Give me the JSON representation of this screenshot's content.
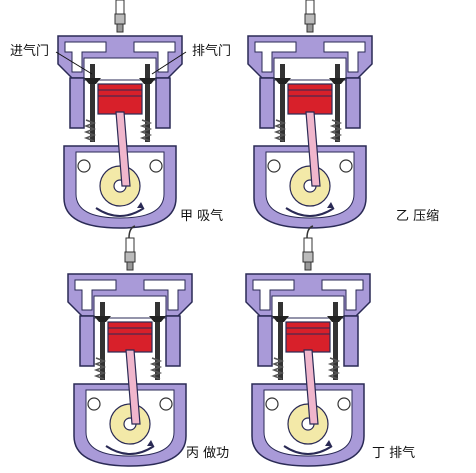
{
  "labels": {
    "intake_valve": "进气门",
    "exhaust_valve": "排气门"
  },
  "panels": [
    {
      "caption": "甲 吸气"
    },
    {
      "caption": "乙 压缩"
    },
    {
      "caption": "丙 做功"
    },
    {
      "caption": "丁 排气"
    }
  ],
  "colors": {
    "casing": "#a99ad8",
    "casing_outline": "#2a2a55",
    "piston": "#d8202a",
    "chamber": "#ffffff",
    "crank_disc": "#f3e9a8",
    "connecting_rod": "#f0b6cc",
    "spring": "#555555"
  },
  "icons": [
    "spark-plug-icon",
    "valve-icon",
    "piston-icon",
    "crankshaft-icon",
    "rotation-arrow-icon"
  ]
}
